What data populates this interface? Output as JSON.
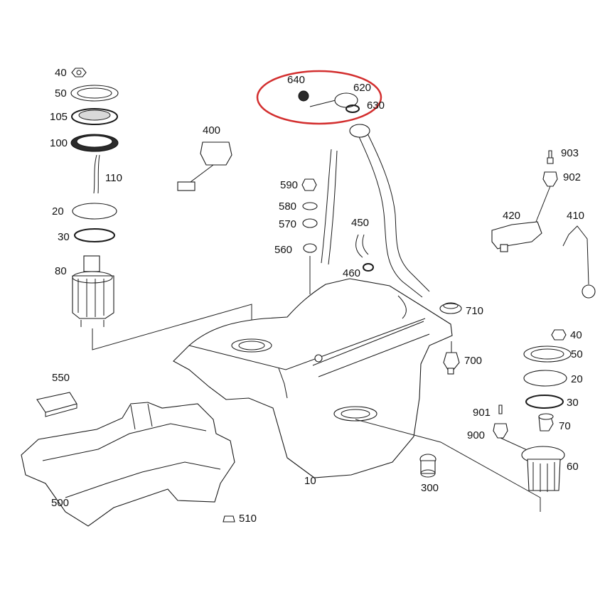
{
  "labels": {
    "p40a": "40",
    "p50a": "50",
    "p105": "105",
    "p100": "100",
    "p110": "110",
    "p20a": "20",
    "p30a": "30",
    "p80": "80",
    "p400": "400",
    "p590": "590",
    "p580": "580",
    "p570": "570",
    "p560": "560",
    "p450": "450",
    "p460": "460",
    "p640": "640",
    "p620": "620",
    "p630": "630",
    "p903": "903",
    "p902": "902",
    "p420": "420",
    "p410": "410",
    "p710": "710",
    "p700": "700",
    "p40b": "40",
    "p50b": "50",
    "p20b": "20",
    "p30b": "30",
    "p901": "901",
    "p70": "70",
    "p900": "900",
    "p60": "60",
    "p550": "550",
    "p500": "500",
    "p510": "510",
    "p10": "10",
    "p300": "300"
  },
  "highlight_color": "#d32f2f"
}
